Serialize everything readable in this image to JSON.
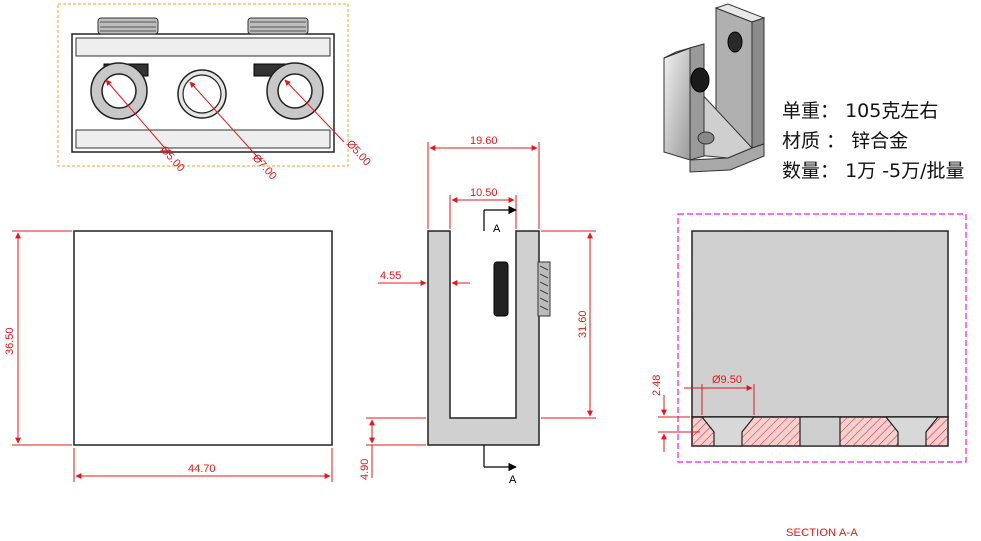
{
  "specs": [
    {
      "label": "单重：",
      "value": "105克左右"
    },
    {
      "label": "材质 ：",
      "value": "锌合金"
    },
    {
      "label": "数量：",
      "value": "1万 -5万/批量"
    }
  ],
  "dimensions": {
    "hole_left_dia": "Ø5.00",
    "hole_center_dia": "Ø7.00",
    "hole_right_dia": "Ø5.00",
    "height_front": "36.50",
    "width_front": "44.70",
    "outer_width_side": "19.60",
    "slot_width_side": "10.50",
    "wall_thickness": "4.55",
    "inner_depth": "31.60",
    "base_thickness": "4.90",
    "countersink_dia": "Ø9.50",
    "countersink_depth": "2.48"
  },
  "section_markers": {
    "top": "A",
    "bottom": "A"
  },
  "section_caption": "SECTION A-A",
  "colors": {
    "dimension": "#e0191c",
    "part_fill": "#d0d0d0",
    "frame_orange": "#f0a030",
    "frame_magenta": "#e020e0"
  }
}
